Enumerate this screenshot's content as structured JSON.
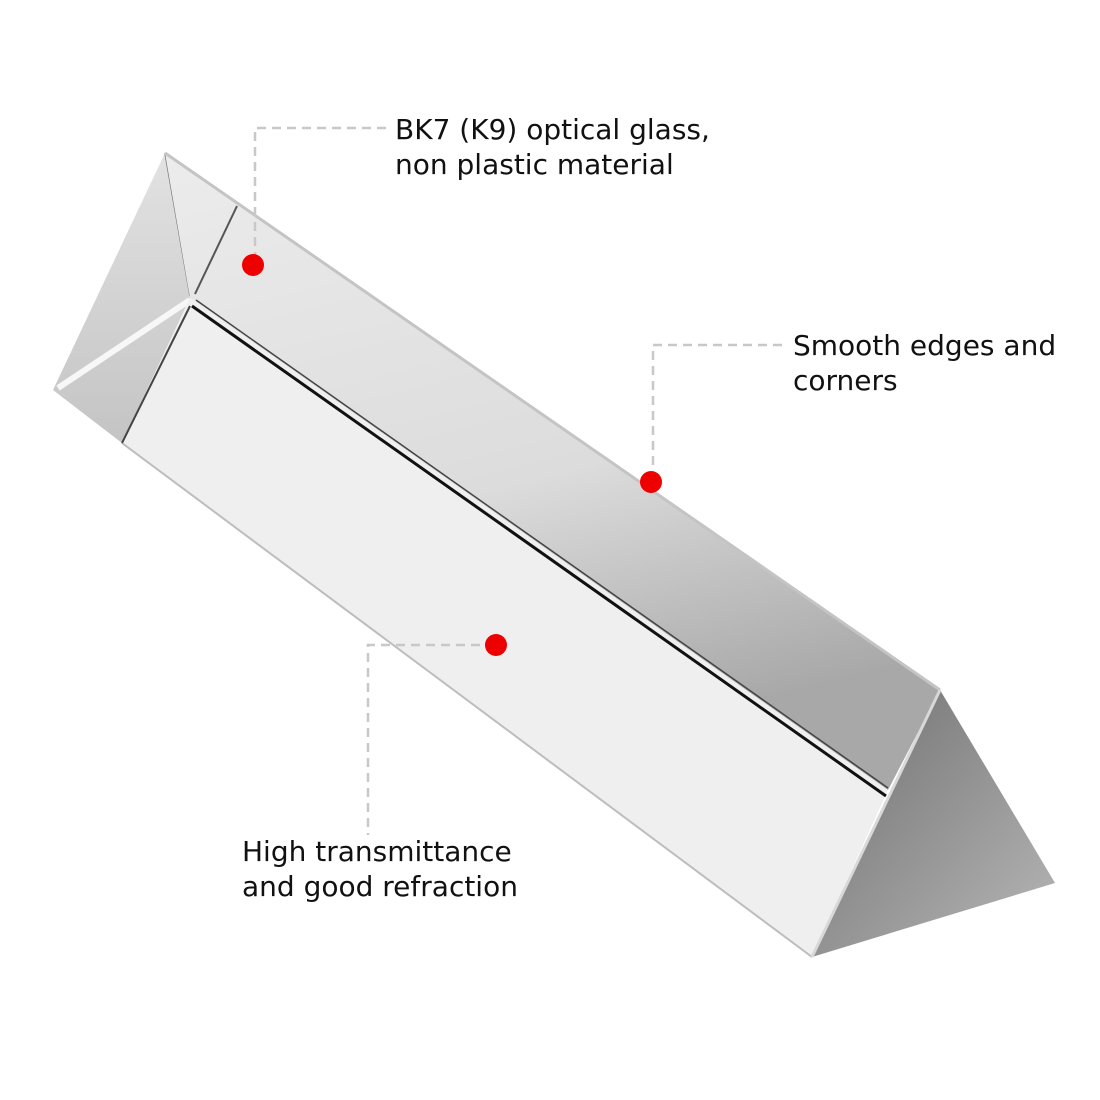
{
  "callouts": [
    {
      "lines": [
        "BK7 (K9) optical glass,",
        "non plastic material"
      ]
    },
    {
      "lines": [
        "Smooth edges and",
        "corners"
      ]
    },
    {
      "lines": [
        "High transmittance",
        "and good refraction"
      ]
    }
  ],
  "colors": {
    "marker": "#ee0000",
    "leader": "#c8c8c8"
  }
}
